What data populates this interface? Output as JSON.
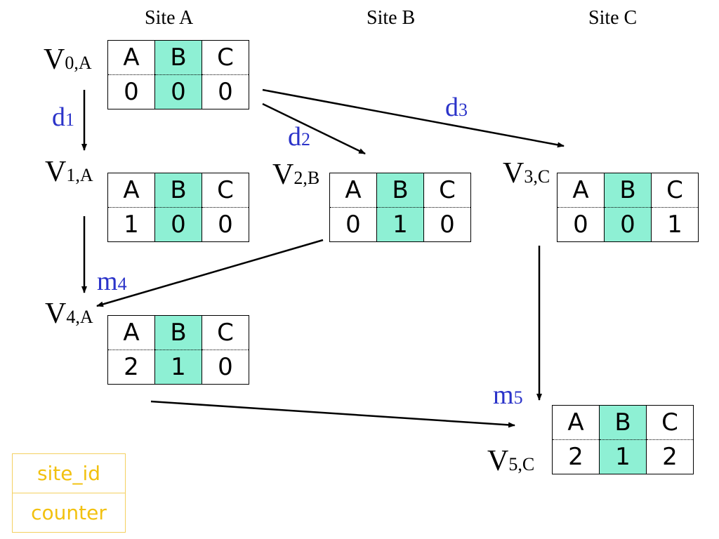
{
  "sites": [
    {
      "id": "site-a",
      "label": "Site A"
    },
    {
      "id": "site-b",
      "label": "Site B"
    },
    {
      "id": "site-c",
      "label": "Site C"
    }
  ],
  "versions": [
    {
      "id": "v0a",
      "label": "V",
      "sub": "0,A",
      "columns": [
        "A",
        "B",
        "C"
      ],
      "values": [
        "0",
        "0",
        "0"
      ],
      "highlight_column": "B"
    },
    {
      "id": "v1a",
      "label": "V",
      "sub": "1,A",
      "columns": [
        "A",
        "B",
        "C"
      ],
      "values": [
        "1",
        "0",
        "0"
      ],
      "highlight_column": "B"
    },
    {
      "id": "v2b",
      "label": "V",
      "sub": "2,B",
      "columns": [
        "A",
        "B",
        "C"
      ],
      "values": [
        "0",
        "1",
        "0"
      ],
      "highlight_column": "B"
    },
    {
      "id": "v3c",
      "label": "V",
      "sub": "3,C",
      "columns": [
        "A",
        "B",
        "C"
      ],
      "values": [
        "0",
        "0",
        "1"
      ],
      "highlight_column": "B"
    },
    {
      "id": "v4a",
      "label": "V",
      "sub": "4,A",
      "columns": [
        "A",
        "B",
        "C"
      ],
      "values": [
        "2",
        "1",
        "0"
      ],
      "highlight_column": "B"
    },
    {
      "id": "v5c",
      "label": "V",
      "sub": "5,C",
      "columns": [
        "A",
        "B",
        "C"
      ],
      "values": [
        "2",
        "1",
        "2"
      ],
      "highlight_column": "B"
    }
  ],
  "edges": [
    {
      "id": "d1",
      "label": "d",
      "sub": "1",
      "from": "v0a",
      "to": "v1a"
    },
    {
      "id": "d2",
      "label": "d",
      "sub": "2",
      "from": "v0a",
      "to": "v2b"
    },
    {
      "id": "d3",
      "label": "d",
      "sub": "3",
      "from": "v0a",
      "to": "v3c"
    },
    {
      "id": "m4",
      "label": "m",
      "sub": "4",
      "from": "v2b",
      "to": "v4a"
    },
    {
      "id": "m4-local",
      "label": "",
      "sub": "",
      "from": "v1a",
      "to": "v4a"
    },
    {
      "id": "m5",
      "label": "m",
      "sub": "5",
      "from": "v3c",
      "to": "v5c"
    },
    {
      "id": "m5-remote",
      "label": "",
      "sub": "",
      "from": "v4a",
      "to": "v5c"
    }
  ],
  "legend": {
    "top": "site_id",
    "bottom": "counter"
  },
  "colors": {
    "highlight": "#8ef0d4",
    "edge_label": "#2b33c9",
    "legend_text": "#f2c10f",
    "legend_border": "#f4d060"
  }
}
